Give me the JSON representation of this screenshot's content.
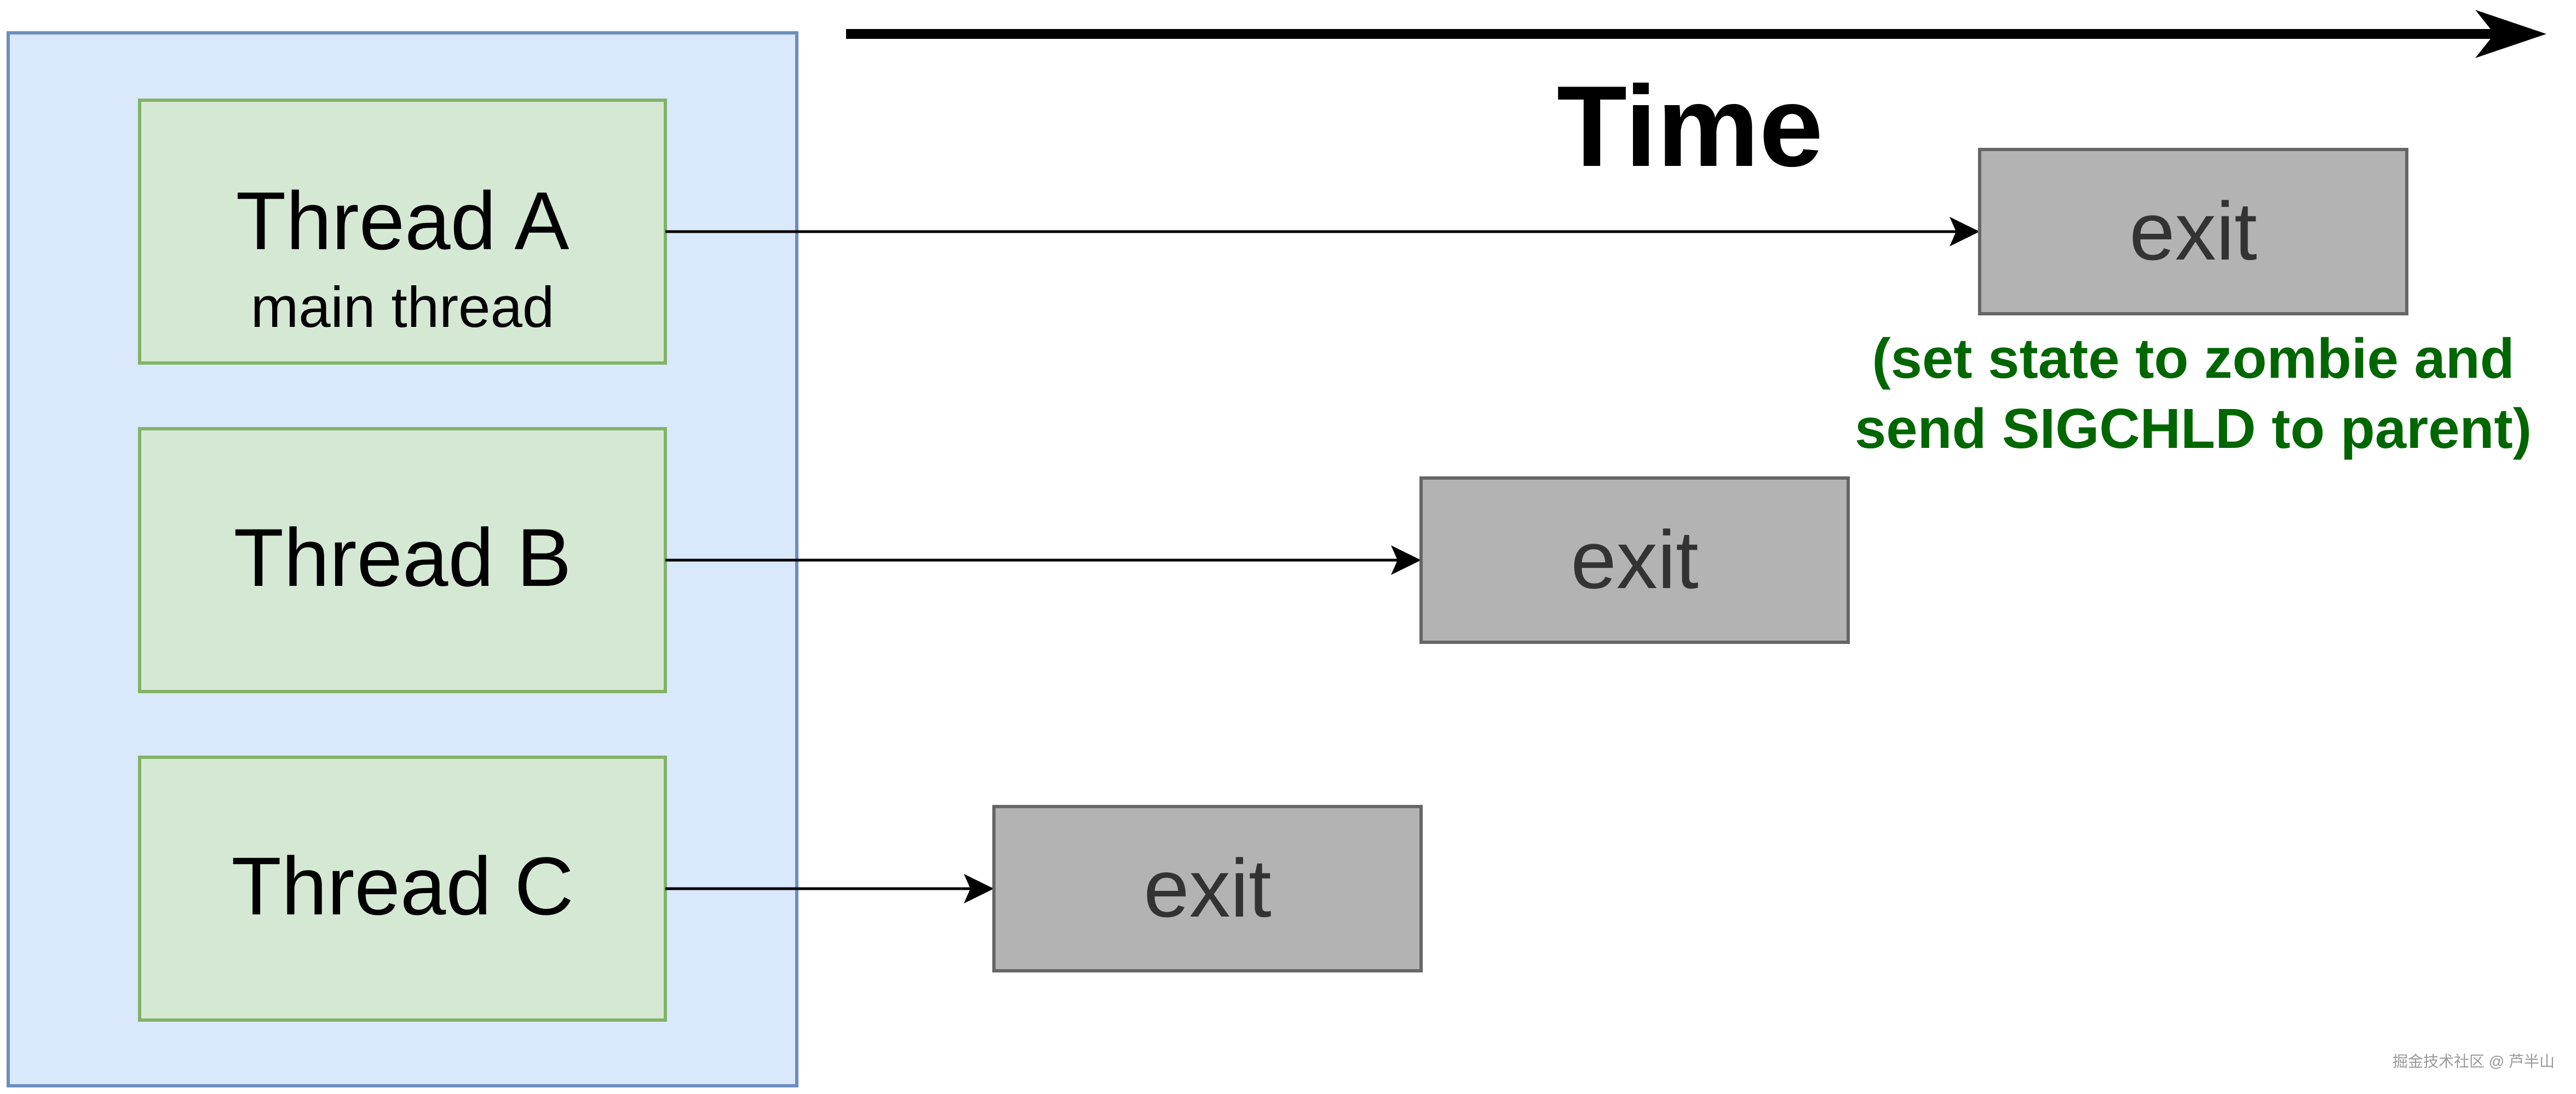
{
  "timeline": {
    "label": "Time"
  },
  "process": {
    "threads": [
      {
        "name": "Thread A",
        "subtitle": "main thread"
      },
      {
        "name": "Thread B",
        "subtitle": ""
      },
      {
        "name": "Thread C",
        "subtitle": ""
      }
    ]
  },
  "exits": [
    {
      "label": "exit"
    },
    {
      "label": "exit"
    },
    {
      "label": "exit"
    }
  ],
  "annotation": {
    "line1": "(set state to zombie and",
    "line2": "send SIGCHLD to parent)"
  },
  "watermark": {
    "text": "掘金技术社区 @ 芦半山"
  },
  "colors": {
    "process_fill": "#dae8fc",
    "process_stroke": "#6c8ebf",
    "thread_fill": "#d5e8d4",
    "thread_stroke": "#82b366",
    "exit_fill": "#b3b3b3",
    "exit_stroke": "#666666",
    "exit_text": "#333333",
    "annotation_text": "#006600",
    "line": "#000000"
  }
}
